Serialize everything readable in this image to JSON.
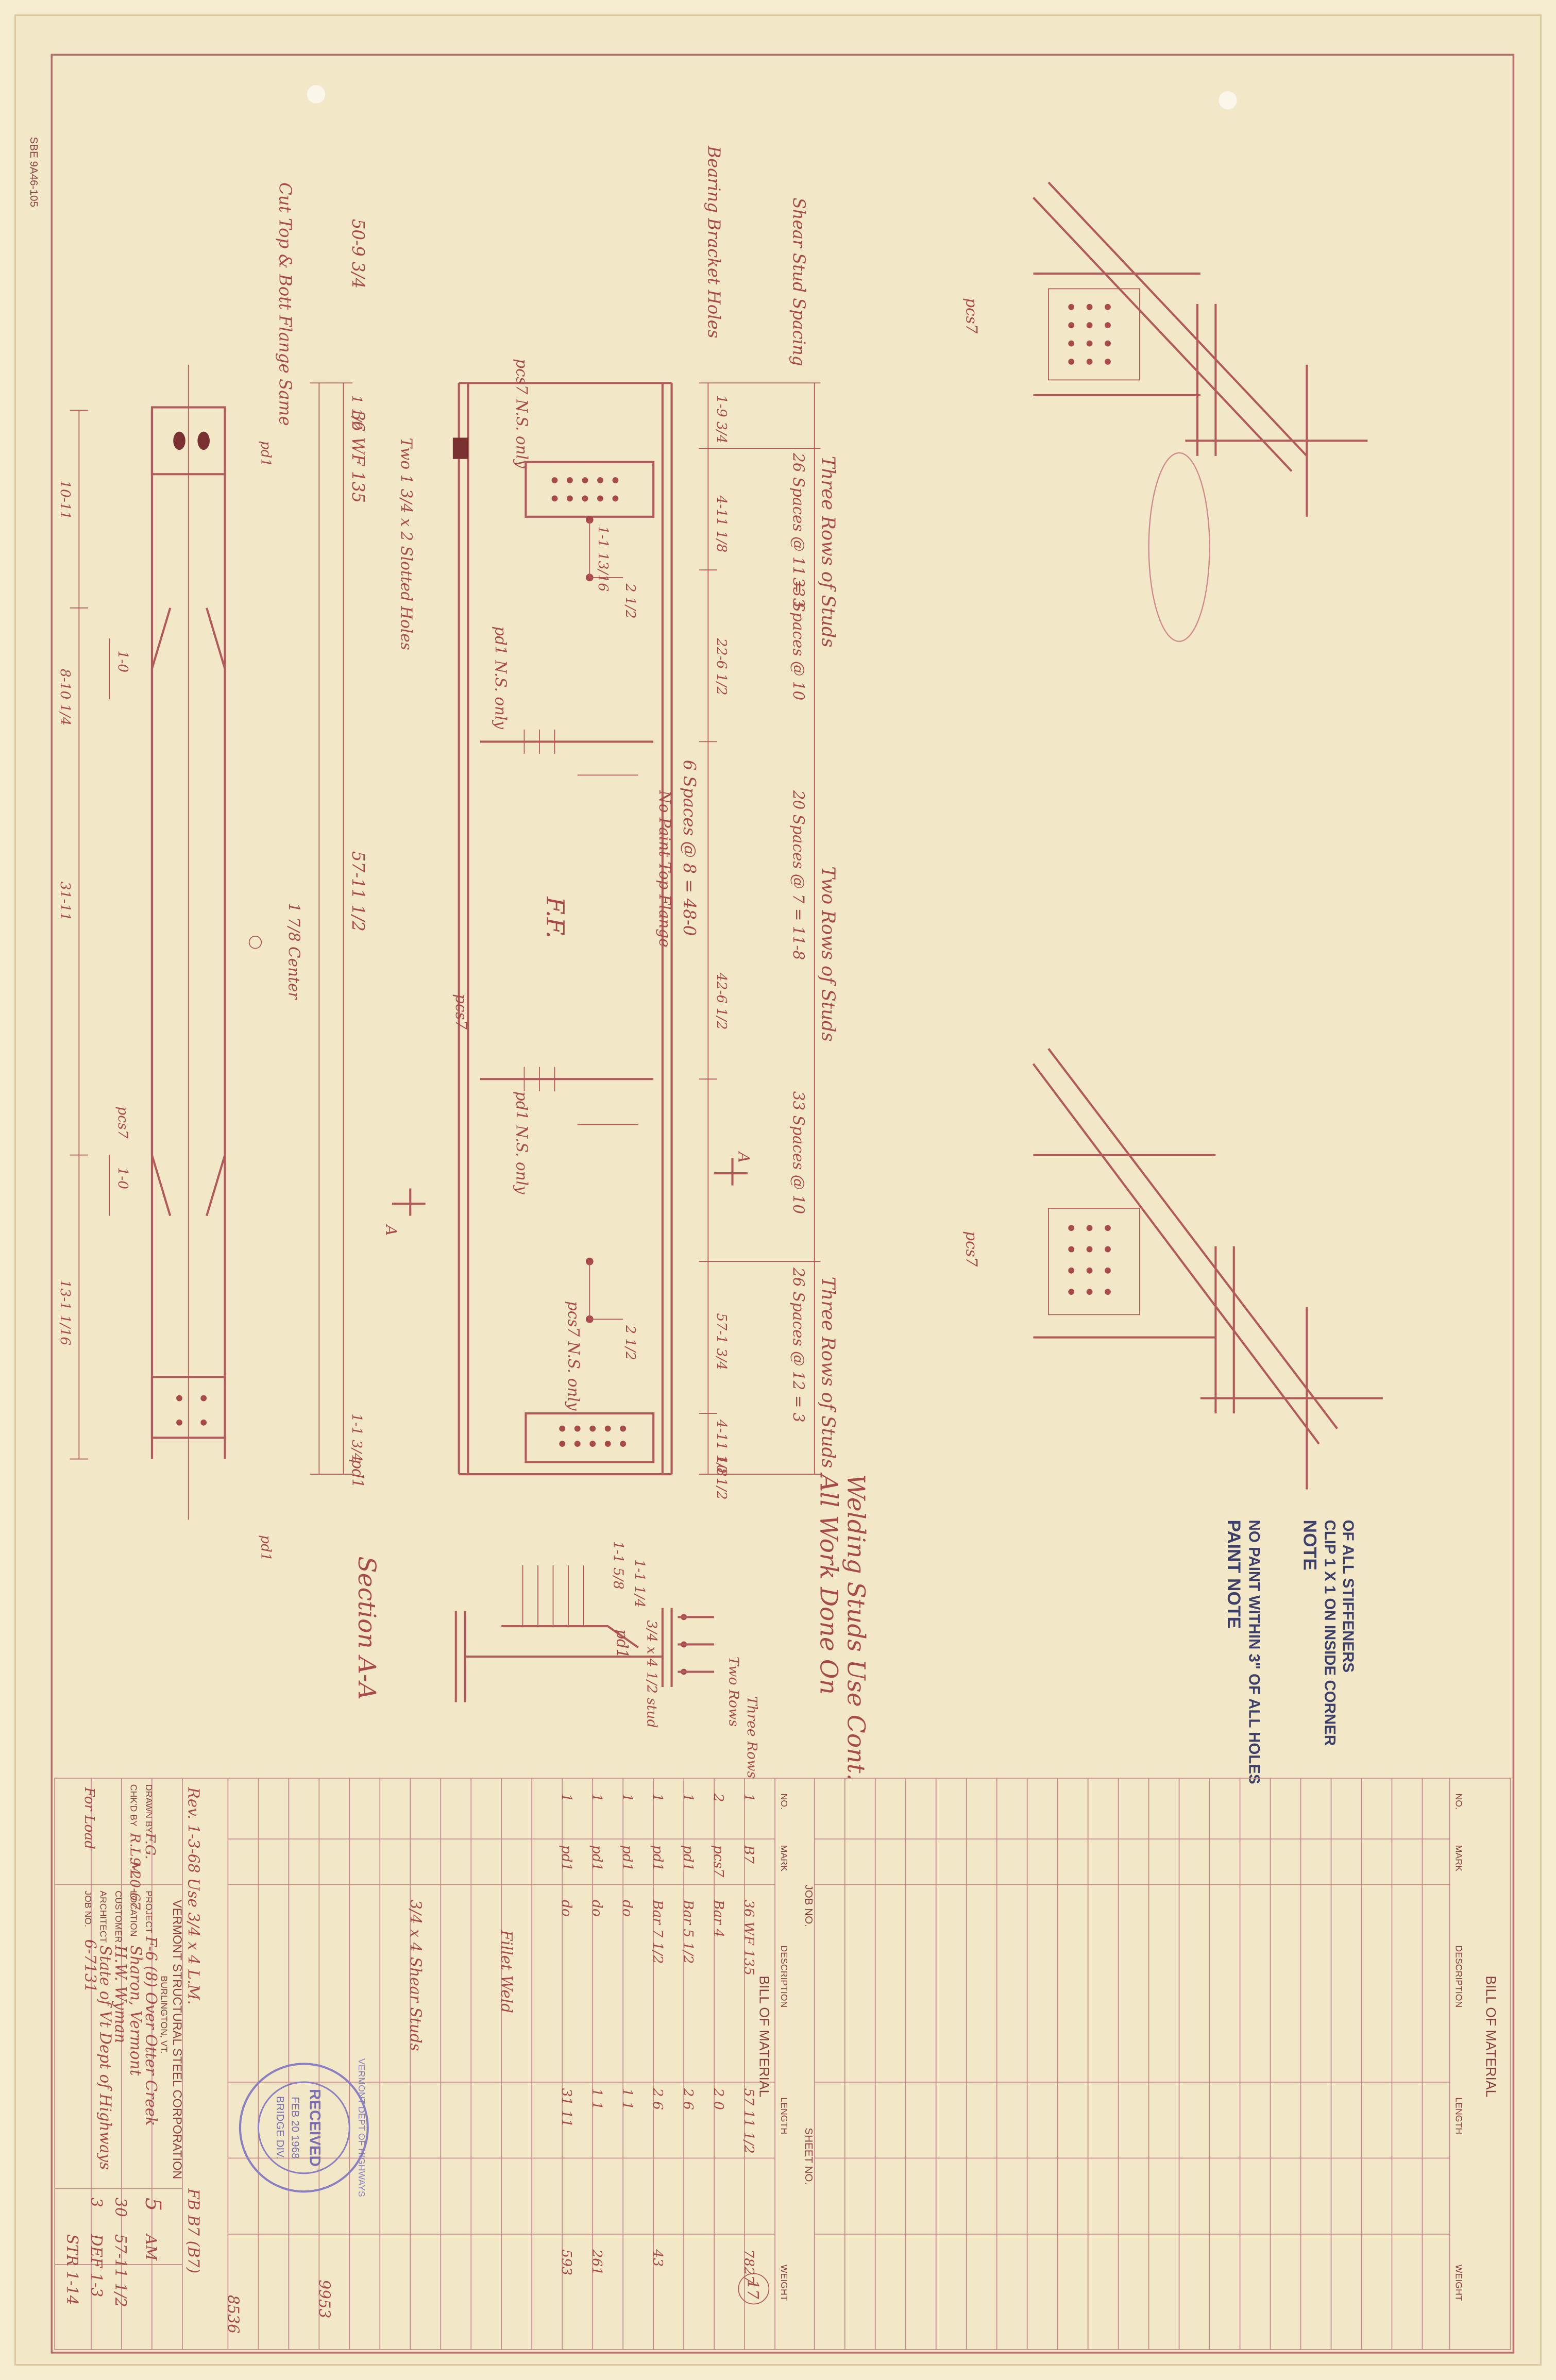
{
  "colors": {
    "paper": "#f2e7c7",
    "paper_edge": "#ecdfb9",
    "ink": "#b25a5a",
    "ink_dark": "#7a3a3a",
    "ink_blue": "#3c3f6a",
    "pencil": "#555044"
  },
  "margin_text": "SBE 9A46-105",
  "part_marks": {
    "pcs7_top": "pcs7",
    "pcs7_mid": "pcs7",
    "pd1_end": "pd1",
    "pcs7_web": "pcs7",
    "pd1_right": "pd1"
  },
  "elevation": {
    "label_tsr": "Three Rows of Studs",
    "label_two_rows": "Two Rows of Studs",
    "label_tsr_right": "Three Rows of Studs",
    "stud_spacing_label": "Shear Stud Spacing",
    "stud_row1": "26 Spaces @ 11 = 3",
    "stud_row2": "33 Spaces @ 10",
    "stud_row3": "20 Spaces @ 7 = 11-8",
    "stud_row4": "33 Spaces @ 10",
    "stud_row5": "26 Spaces @ 12 = 3",
    "bearing_label": "Bearing Bracket Holes",
    "dim_start": "1-9 3/4",
    "dim_a": "4-11 1/8",
    "dim_b": "22-6 1/2",
    "dim_c": "42-6 1/2",
    "dim_d": "57-1 3/4",
    "dim_e": "4-11 1/8",
    "dim_end": "10 1/2",
    "spaces_label": "6 Spaces @ 8 = 48-0",
    "no_paint": "No Paint Top Flange",
    "ns_label": "N.S. only",
    "web_label": "1-1 13/16",
    "pcs7_ns": "pcs7 N.S. only",
    "pd1_ns": "pd1 N.S. only",
    "ff": "F.F.",
    "section_a": "A",
    "bolt_gauge": "2 1/2"
  },
  "plan": {
    "cut_label": "Cut Top & Bott Flange Same",
    "dim_left": "10-11",
    "dim_mid1": "8-10 1/4",
    "dim_mid2": "31-11",
    "dim_right": "13-1 1/16",
    "pcs7_bottom": "pcs7",
    "pd1_bottom": "pd1",
    "one_oh": "1-0",
    "center": "1 7/8 Center",
    "slot_label": "Two 1 3/4 x 2 Slotted Holes",
    "beam_label": "36 WF 135",
    "overall": "57-11 1/2",
    "end_dim": "1 1/2",
    "web_dim": "1-1 3/4",
    "e_dim": "50-9 3/4"
  },
  "section_aa": {
    "title": "Section A-A",
    "studs": "3/4 x 4 1/2 stud",
    "pd1": "pd1",
    "two_rows": "Two Rows",
    "three_rows": "Three Rows",
    "dim1": "1-1 5/8",
    "dim2": "1-1 1/4"
  },
  "notes": {
    "all_work": "All Work Done On",
    "welding": "Welding Studs Use Cont.",
    "note_heading": "NOTE",
    "note_text1": "CLIP 1 X 1 ON INSIDE CORNER",
    "note_text2": "OF ALL STIFFENERS",
    "paint_heading": "PAINT NOTE",
    "paint_text": "NO PAINT WITHIN 3\" OF ALL HOLES"
  },
  "bom_left": {
    "title": "BILL OF MATERIAL",
    "col_no": "NO.",
    "col_mark": "MARK",
    "col_desc": "DESCRIPTION",
    "col_length": "LENGTH",
    "col_weight": "WEIGHT",
    "job_no": "JOB NO.",
    "sheet_no": "SHEET NO.",
    "rows": [
      {
        "no": "1",
        "mark": "B7",
        "desc": "36 WF 135",
        "length": "57 11 1/2",
        "weight": "7827"
      },
      {
        "no": "2",
        "mark": "pcs7",
        "desc": "Bar 4",
        "length": "2 0",
        "weight": ""
      },
      {
        "no": "1",
        "mark": "pd1",
        "desc": "Bar 5 1/2",
        "length": "2 6",
        "weight": ""
      },
      {
        "no": "1",
        "mark": "pd1",
        "desc": "Bar 7 1/2",
        "length": "2 6",
        "weight": "43"
      },
      {
        "no": "1",
        "mark": "pd1",
        "desc": "do",
        "length": "1 1",
        "weight": ""
      },
      {
        "no": "1",
        "mark": "pd1",
        "desc": "do",
        "length": "1 1",
        "weight": "261"
      },
      {
        "no": "1",
        "mark": "pd1",
        "desc": "do",
        "length": "31 11",
        "weight": "593"
      }
    ],
    "total": "8536",
    "note_stud": "3/4 x 4 Shear Studs",
    "note_fill": "Fillet Weld",
    "steel_total": "9953"
  },
  "title_block": {
    "company": "VERMONT STRUCTURAL STEEL CORPORATION",
    "city": "BURLINGTON, VT.",
    "project_label": "PROJECT",
    "project": "F-6 (8) Over Otter Creek",
    "location_label": "LOCATION",
    "location": "Sharon, Vermont",
    "customer_label": "CUSTOMER",
    "customer": "H.W. Wyman",
    "architect_label": "ARCHITECT",
    "architect": "State of Vt Dept of Highways",
    "jobno_label": "JOB NO.",
    "jobno": "6-7131",
    "drawn_label": "DRAWN BY",
    "drawn": "F.G.",
    "checked_label": "CHK'D BY",
    "checked": "R.L.M.",
    "date": "9-20-67",
    "rev": "Rev. 1-3-68 Use 3/4 x 4 L.M.",
    "dwg_no": "5",
    "dwg_am": "AM",
    "sheet_ref": "FB B7 (B7)",
    "for_load": "For Load",
    "qty1": "30",
    "qty2": "3",
    "ref1": "57-11 1/2",
    "ref2": "DEF 1-3",
    "ref3": "STR 1-14",
    "circle_num": "17"
  },
  "stamp": {
    "line1": "RECEIVED",
    "line2": "FEB 20 1968",
    "line3": "BRIDGE DIV.",
    "ring": "VERMONT DEPT OF HIGHWAYS"
  }
}
